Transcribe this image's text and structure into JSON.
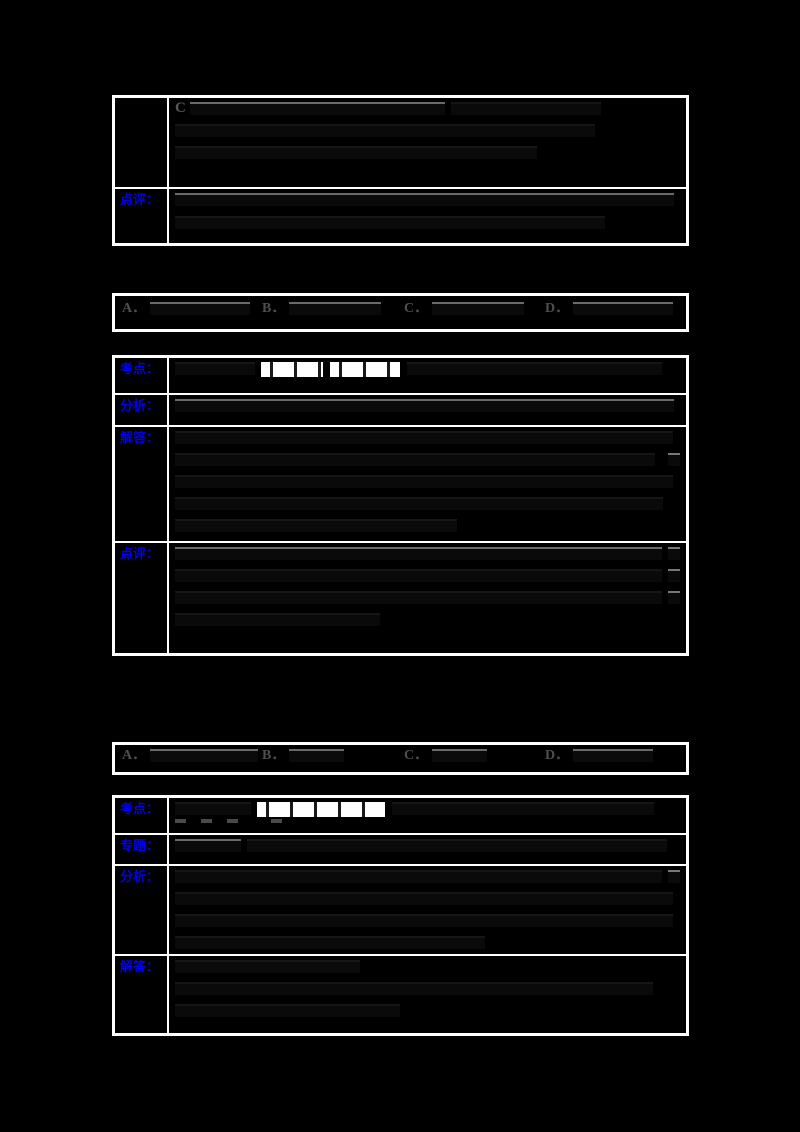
{
  "page": {
    "background_color": "#000000",
    "table_border_color": "#ffffff",
    "section_label_color": "#0000ee"
  },
  "prev_answer_table": {
    "solution_row": {
      "label": "",
      "visible_fragment": "C"
    },
    "comment_row": {
      "label": "点评："
    }
  },
  "question_1": {
    "options": [
      {
        "letter": "A．"
      },
      {
        "letter": "B．"
      },
      {
        "letter": "C．"
      },
      {
        "letter": "D．"
      }
    ]
  },
  "analysis_table_1": {
    "rows": [
      {
        "label": "考点："
      },
      {
        "label": "分析："
      },
      {
        "label": "解答："
      },
      {
        "label": "点评："
      }
    ]
  },
  "question_2": {
    "options": [
      {
        "letter": "A．"
      },
      {
        "letter": "B．"
      },
      {
        "letter": "C．"
      },
      {
        "letter": "D．"
      }
    ]
  },
  "analysis_table_2": {
    "rows": [
      {
        "label": "考点："
      },
      {
        "label": "专题："
      },
      {
        "label": "分析："
      },
      {
        "label": "解答："
      }
    ]
  }
}
